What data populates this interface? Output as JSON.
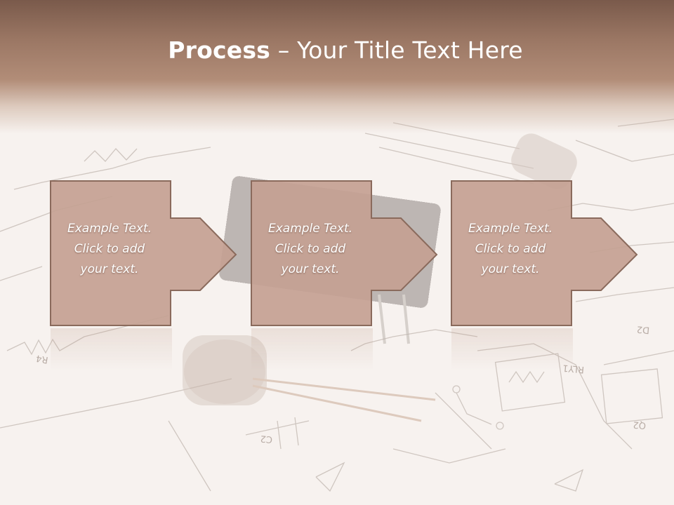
{
  "slide": {
    "title_bold": "Process",
    "title_rest": " – Your Title Text Here",
    "steps": [
      {
        "line1": "Example Text.",
        "line2": "Click  to add",
        "line3": "your text."
      },
      {
        "line1": "Example Text.",
        "line2": "Click  to add",
        "line3": "your text."
      },
      {
        "line1": "Example Text.",
        "line2": "Click  to add",
        "line3": "your text."
      }
    ],
    "schematic_labels": {
      "r4": "R4",
      "d2": "D2",
      "rly1": "RLY1",
      "q2": "Q2",
      "c2": "C2"
    }
  },
  "colors": {
    "header": "#9b7764",
    "box_fill": "#c4a193",
    "box_border": "#8a6a5c",
    "text": "#ffffff"
  }
}
